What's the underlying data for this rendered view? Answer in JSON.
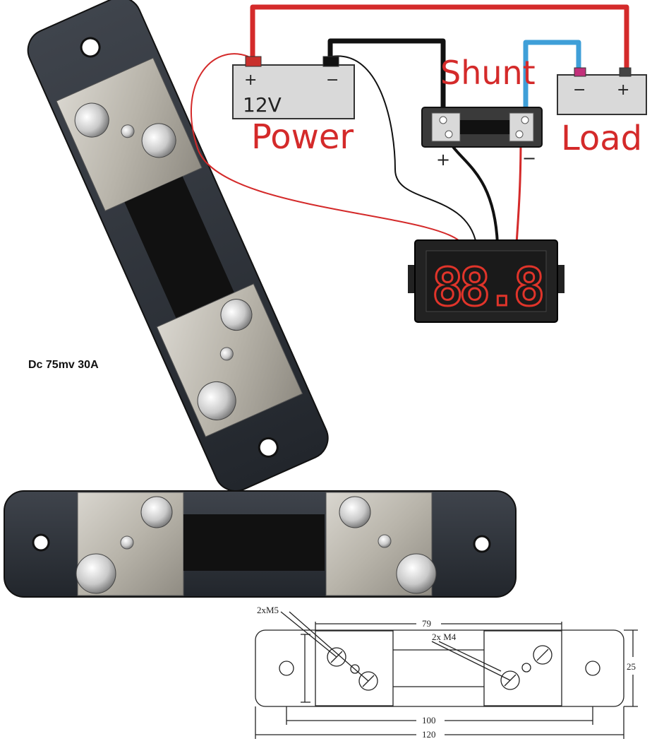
{
  "caption": "Dc 75mv 30A",
  "wiring": {
    "power_label": "Power",
    "power_voltage": "12V",
    "power_plus": "+",
    "power_minus": "−",
    "shunt_label": "Shunt",
    "shunt_plus": "+",
    "shunt_minus": "−",
    "load_label": "Load",
    "load_minus": "−",
    "load_plus": "+",
    "display_reading": "88.8",
    "colors": {
      "red_wire": "#d42a2a",
      "black_wire": "#111111",
      "blue_wire": "#3f9fd8",
      "label_red": "#d42a2a"
    }
  },
  "drawing": {
    "m5_label": "2xM5",
    "m4_label": "2x  M4",
    "dim_79": "79",
    "dim_100": "100",
    "dim_120": "120",
    "dim_25": "25"
  }
}
